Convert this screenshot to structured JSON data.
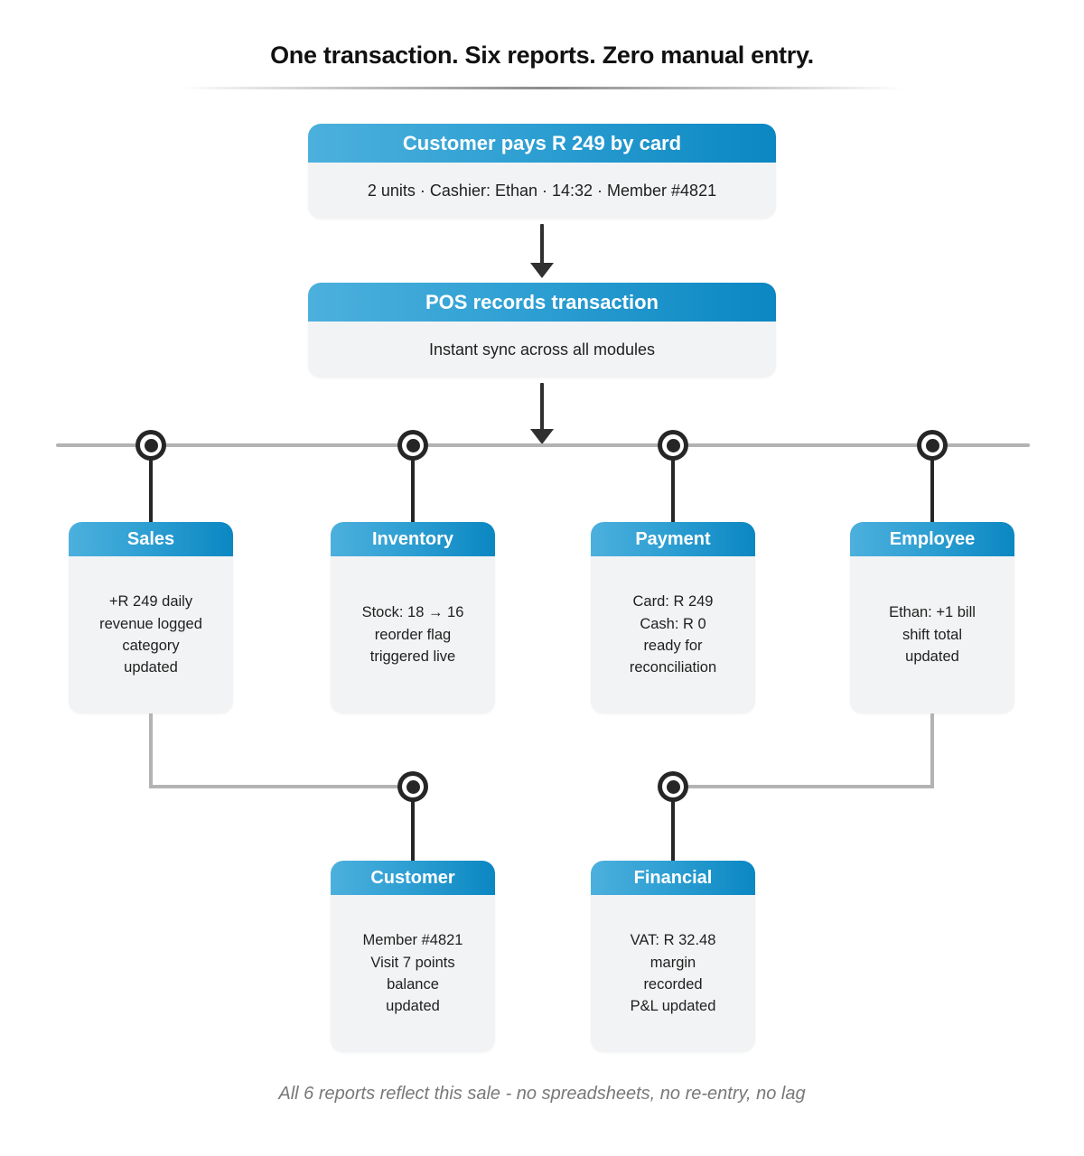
{
  "title": "One transaction. Six reports. Zero manual entry.",
  "footer": "All 6 reports reflect this sale - no spreadsheets, no re-entry, no lag",
  "colors": {
    "header_gradient_start": "#4cb0dd",
    "header_gradient_end": "#0b87c2",
    "card_body_bg": "#f2f3f4",
    "connector_dark": "#303030",
    "connector_gray": "#b3b3b3",
    "node_fill": "#262626",
    "footer_text": "#787878"
  },
  "stages": [
    {
      "title": "Customer pays R 249 by card",
      "detail": "2 units · Cashier: Ethan · 14:32 · Member #4821"
    },
    {
      "title": "POS records transaction",
      "detail": "Instant sync across all modules"
    }
  ],
  "modules": [
    {
      "title": "Sales",
      "detail": "+R 249 daily\nrevenue logged\ncategory\nupdated"
    },
    {
      "title": "Inventory",
      "detail": "Stock: 18 → 16\nreorder flag\ntriggered live"
    },
    {
      "title": "Payment",
      "detail": "Card: R 249\nCash: R 0\nready for\nreconciliation"
    },
    {
      "title": "Employee",
      "detail": "Ethan: +1 bill\nshift total\nupdated"
    },
    {
      "title": "Customer",
      "detail": "Member #4821\nVisit 7 points\nbalance\nupdated"
    },
    {
      "title": "Financial",
      "detail": "VAT: R 32.48\nmargin\nrecorded\nP&L updated"
    }
  ]
}
